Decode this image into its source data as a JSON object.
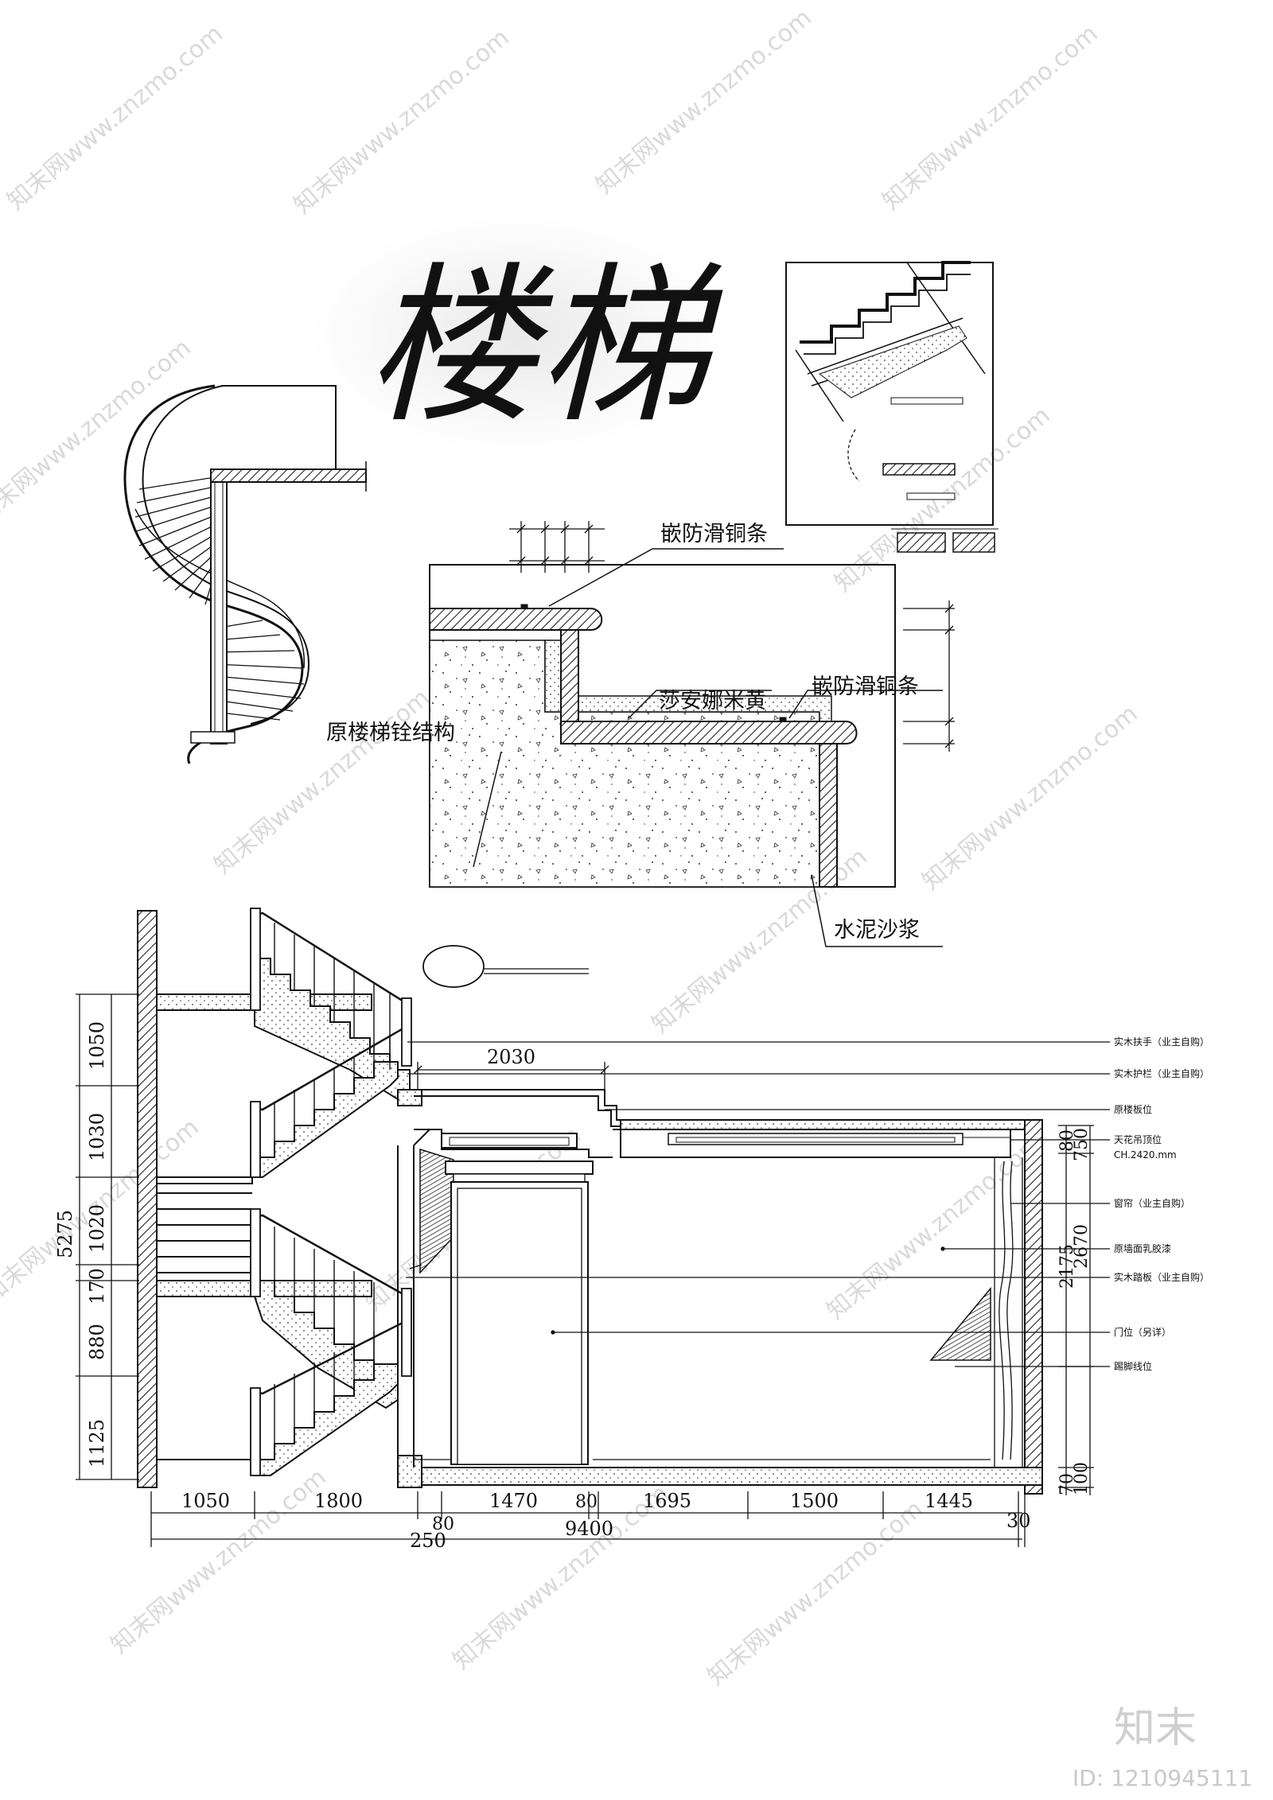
{
  "page": {
    "title": "楼梯",
    "watermark": "知末网www.znzmo.com",
    "brand": "知末",
    "image_id": "ID: 1210945111"
  },
  "tread_detail": {
    "labels": {
      "copper_strip_top": "嵌防滑铜条",
      "copper_strip_right": "嵌防滑铜条",
      "marble": "莎安娜米黄",
      "original_structure": "原楼梯铨结构",
      "mortar": "水泥沙浆"
    }
  },
  "section": {
    "left_dims": [
      "1050",
      "1030",
      "1020",
      "170",
      "880",
      "1125"
    ],
    "left_total": "5275",
    "top_dim": "2030",
    "bottom_dims": [
      "1050",
      "1800",
      "80",
      "1470",
      "80",
      "1695",
      "1500",
      "1445"
    ],
    "bottom_total": "9400",
    "bottom_250": "250",
    "bottom_30": "30",
    "right_dims": [
      "80",
      "750",
      "2670",
      "2175",
      "100",
      "70"
    ],
    "notes": [
      "实木扶手（业主自购）",
      "实木护栏（业主自购）",
      "原楼板位",
      "天花吊顶位",
      "CH.2420.mm",
      "窗帘（业主自购）",
      "原墙面乳胶漆",
      "实木踏板（业主自购）",
      "门位（另详）",
      "踢脚线位"
    ]
  }
}
